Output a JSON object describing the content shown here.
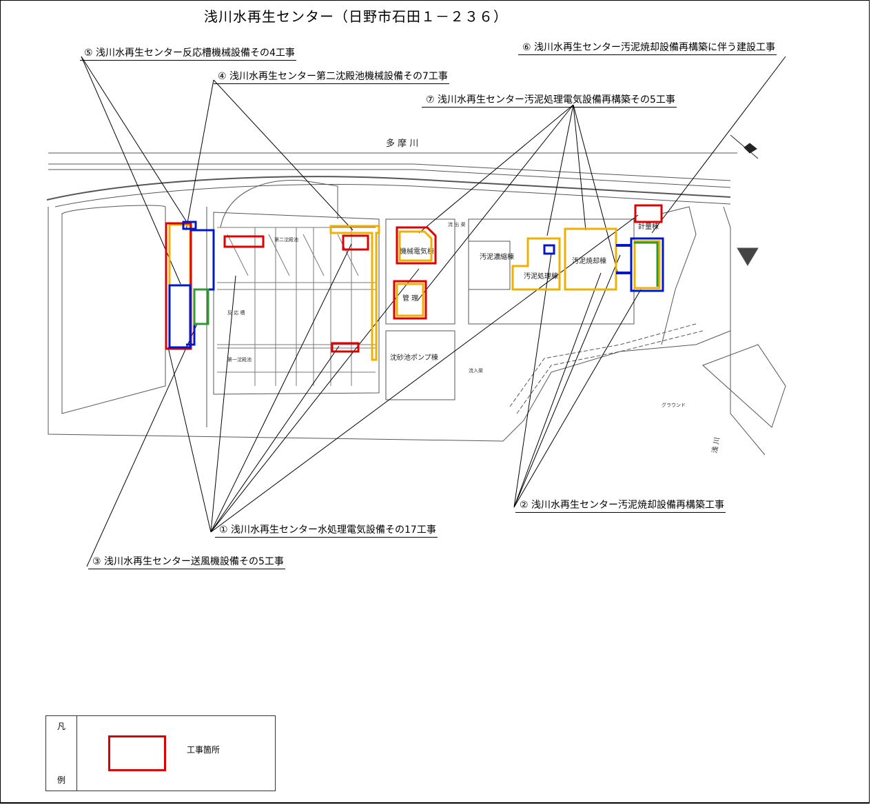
{
  "title": "浅川水再生センター（日野市石田１－２３６）",
  "labels": {
    "l1": "① 浅川水再生センター水処理電気設備その17工事",
    "l2": "② 浅川水再生センター汚泥焼却設備再構築工事",
    "l3": "③ 浅川水再生センター送風機設備その5工事",
    "l4": "④ 浅川水再生センター第二沈殿池機械設備その7工事",
    "l5": "⑤ 浅川水再生センター反応槽機械設備その4工事",
    "l6": "⑥ 浅川水再生センター汚泥焼却設備再構築に伴う建設工事",
    "l7": "⑦ 浅川水再生センター汚泥処理電気設備再構築その5工事"
  },
  "map": {
    "river_tama": "多 摩 川",
    "river_asa": "浅 川",
    "buildings": {
      "machine_elec": "機械電気棟",
      "admin": "管 理",
      "grit_pump": "沈砂池ポンプ棟",
      "sludge_thicken": "汚泥濃縮棟",
      "sludge_treat": "汚泥処理棟",
      "sludge_incin": "汚泥焼却棟",
      "meter": "計量棟",
      "first_sed": "第一沈殿池",
      "second_sed": "第二沈殿池",
      "reaction": "反 応 槽",
      "inflow": "流入渠",
      "outflow": "流 出 渠",
      "ground": "グラウンド"
    }
  },
  "colors": {
    "red": "#e00000",
    "blue": "#0018c8",
    "yellow": "#f0b000",
    "green": "#2e9b2e"
  },
  "legend": {
    "k1": "凡",
    "k2": "例",
    "label": "工事箇所"
  }
}
